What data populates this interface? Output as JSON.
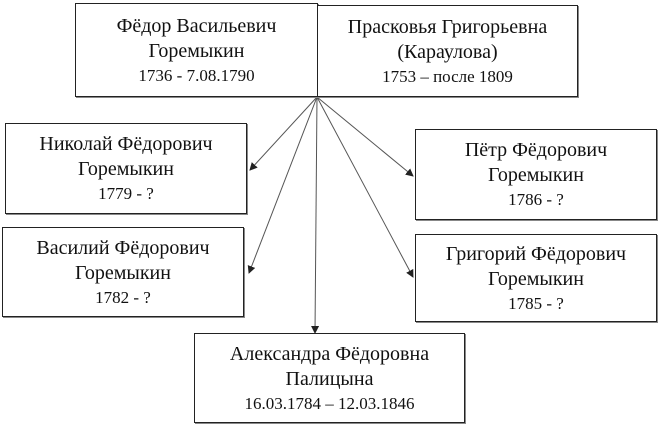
{
  "people": {
    "fyodor": {
      "line1": "Фёдор Васильевич",
      "line2": "Горемыкин",
      "dates": "1736 - 7.08.1790"
    },
    "praskovya": {
      "line1": "Прасковья Григорьевна",
      "line2": "(Караулова)",
      "dates": "1753 – после 1809"
    },
    "nikolai": {
      "line1": "Николай Фёдорович",
      "line2": "Горемыкин",
      "dates": "1779 - ?"
    },
    "pyotr": {
      "line1": "Пётр Фёдорович",
      "line2": "Горемыкин",
      "dates": "1786 - ?"
    },
    "vasiliy": {
      "line1": "Василий Фёдорович",
      "line2": "Горемыкин",
      "dates": "1782 - ?"
    },
    "grigory": {
      "line1": "Григорий Фёдорович",
      "line2": "Горемыкин",
      "dates": "1785 - ?"
    },
    "aleksandra": {
      "line1": "Александра Фёдоровна",
      "line2": "Палицына",
      "dates": "16.03.1784 – 12.03.1846"
    }
  }
}
